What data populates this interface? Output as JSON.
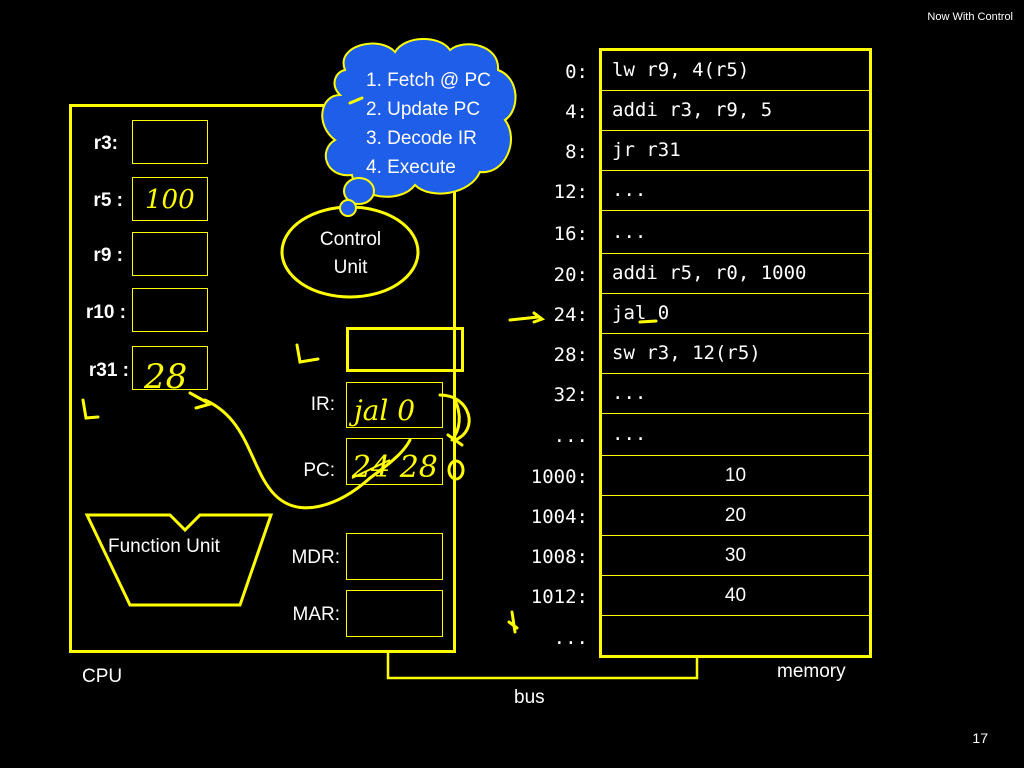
{
  "slide": {
    "title": "Now With Control",
    "number": "17"
  },
  "cpu": {
    "label": "CPU",
    "registers": [
      {
        "name": "r3:",
        "value": ""
      },
      {
        "name": "r5 :",
        "value": ""
      },
      {
        "name": "r9 :",
        "value": ""
      },
      {
        "name": "r10 :",
        "value": ""
      },
      {
        "name": "r31 :",
        "value": ""
      }
    ],
    "ir_label": "IR:",
    "pc_label": "PC:",
    "mdr_label": "MDR:",
    "mar_label": "MAR:",
    "function_unit": "Function Unit",
    "control_unit": [
      "Control",
      "Unit"
    ]
  },
  "thought_cloud": [
    "1. Fetch @ PC",
    "2. Update PC",
    "3. Decode IR",
    "4. Execute"
  ],
  "bus_label": "bus",
  "memory": {
    "label": "memory",
    "rows": [
      {
        "addr": "0:",
        "content": "lw r9, 4(r5)",
        "kind": "code"
      },
      {
        "addr": "4:",
        "content": "addi r3, r9, 5",
        "kind": "code"
      },
      {
        "addr": "8:",
        "content": "jr r31",
        "kind": "code"
      },
      {
        "addr": "12:",
        "content": "...",
        "kind": "code"
      },
      {
        "addr": "16:",
        "content": "...",
        "kind": "code"
      },
      {
        "addr": "20:",
        "content": "addi r5, r0, 1000",
        "kind": "code"
      },
      {
        "addr": "24:",
        "content": "jal 0",
        "kind": "code"
      },
      {
        "addr": "28:",
        "content": "sw r3, 12(r5)",
        "kind": "code"
      },
      {
        "addr": "32:",
        "content": "...",
        "kind": "code"
      },
      {
        "addr": "...",
        "content": "...",
        "kind": "code"
      },
      {
        "addr": "1000:",
        "content": "10",
        "kind": "num"
      },
      {
        "addr": "1004:",
        "content": "20",
        "kind": "num"
      },
      {
        "addr": "1008:",
        "content": "30",
        "kind": "num"
      },
      {
        "addr": "1012:",
        "content": "40",
        "kind": "num"
      },
      {
        "addr": "...",
        "content": "",
        "kind": "num"
      }
    ]
  },
  "annotations": {
    "r5": "100",
    "r31": "28",
    "ir": "jal 0",
    "pc": "24 28"
  },
  "colors": {
    "accent": "#ffff00",
    "cloud": "#1e5ee8",
    "background": "#000000"
  }
}
